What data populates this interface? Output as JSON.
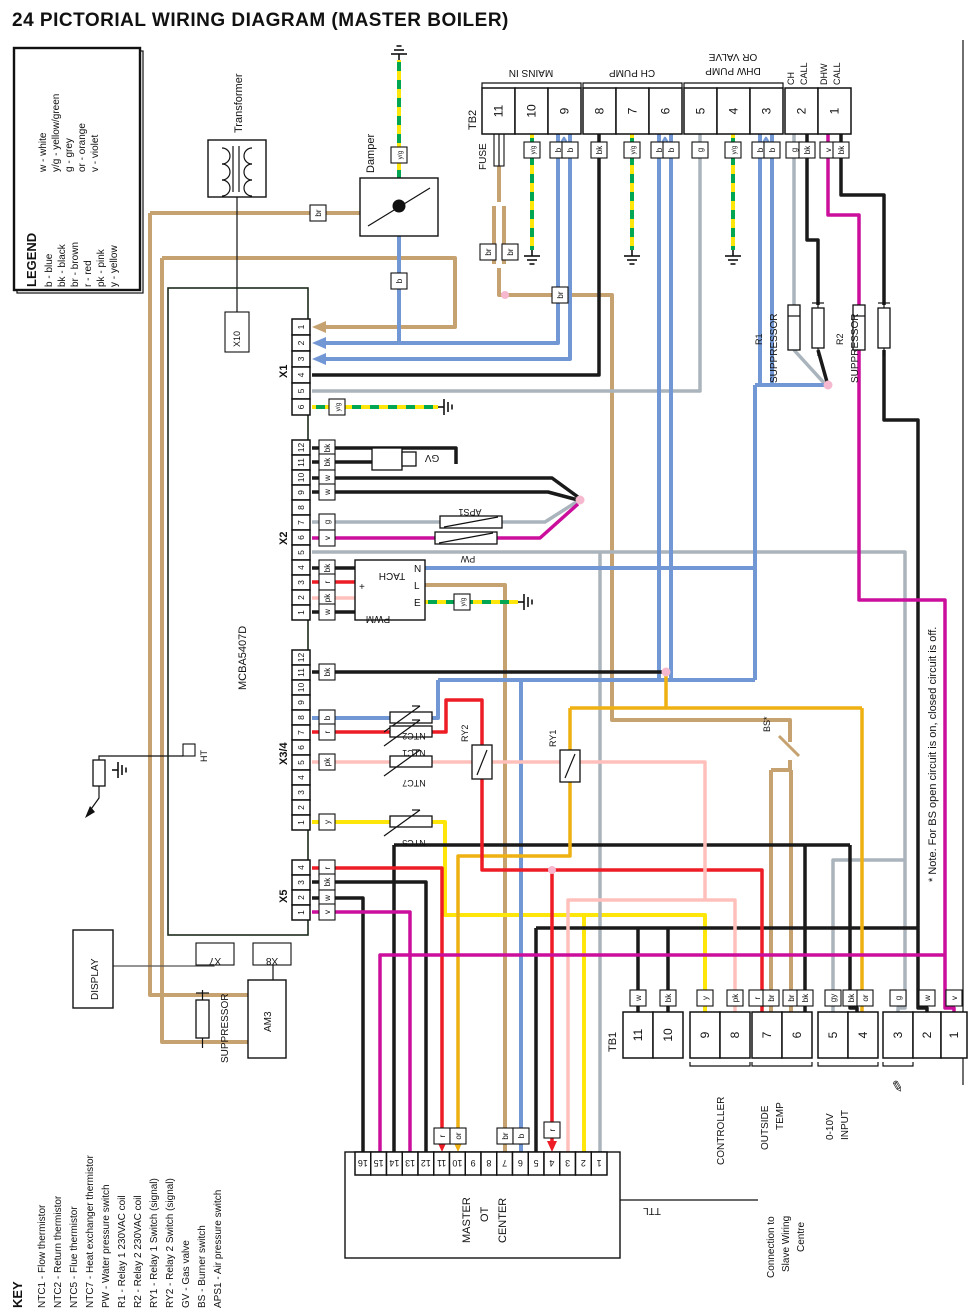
{
  "title": "24  PICTORIAL WIRING DIAGRAM (MASTER BOILER)",
  "colors": {
    "tan": "#c7a271",
    "blue": "#7297d5",
    "yellow": "#ffe60a",
    "green": "#00a651",
    "grey": "#aab4bc",
    "black": "#1a1a1a",
    "red": "#ee1c25",
    "pink": "#ffc0bb",
    "violet": "#cb0f9c",
    "gold": "#eeb111",
    "junction": "#f5b8cf"
  },
  "legend": {
    "heading": "LEGEND",
    "left": [
      "b  -  blue",
      "bk -  black",
      "br -  brown",
      "r   -  red",
      "pk -  pink",
      "y  -  yellow"
    ],
    "right": [
      "w   -  white",
      "y/g -  yellow/green",
      "g    -  grey",
      "or  -  orange",
      "v    -  violet"
    ]
  },
  "key": {
    "heading": "KEY",
    "entries": [
      "NTC1  -  Flow thermistor",
      "NTC2  -  Return thermistor",
      "NTC5  -  Flue thermistor",
      "NTC7  -  Heat exchanger thermistor",
      "PW     -  Water pressure switch",
      "R1      -  Relay 1 230VAC coil",
      "R2      -  Relay 2 230VAC coil",
      "RY1    -  Relay 1 Switch (signal)",
      "RY2    -  Relay 2 Switch (signal)",
      "GV      -  Gas valve",
      "BS      -  Burner switch",
      "APS1  -  Air pressure switch"
    ]
  },
  "note": "* Note. For BS open circuit is on, closed circuit is off.",
  "tb2": {
    "label": "TB2",
    "fuse": "FUSE",
    "terminals": [
      "11",
      "10",
      "9",
      "8",
      "7",
      "6",
      "5",
      "4",
      "3",
      "2",
      "1"
    ],
    "groups": {
      "mains": "MAINS IN",
      "ch_pump": "CH PUMP",
      "dhw_line1": "DHW PUMP",
      "dhw_line2": "OR VALVE",
      "ch": "CH",
      "ch_call": "CALL",
      "dhw": "DHW",
      "dhw_call": "CALL"
    }
  },
  "tb1": {
    "label": "TB1",
    "terminals": [
      "11",
      "10",
      "9",
      "8",
      "7",
      "6",
      "5",
      "4",
      "3",
      "2",
      "1"
    ],
    "groups": {
      "controller": "CONTROLLER",
      "outside": "OUTSIDE",
      "temp": "TEMP",
      "v010": "0-10V",
      "input": "INPUT"
    },
    "pen_icon": "✎"
  },
  "master": {
    "line1": "MASTER",
    "line2": "OT",
    "line3": "CENTER",
    "terminals": [
      "16",
      "15",
      "14",
      "13",
      "12",
      "11",
      "10",
      "9",
      "8",
      "7",
      "6",
      "5",
      "4",
      "3",
      "2",
      "1"
    ],
    "ttl": "TTL",
    "connection": [
      "Connection to",
      "Slave Wiring",
      "Centre"
    ]
  },
  "components": {
    "transformer": "Transformer",
    "damper": "Damper",
    "x10": "X10",
    "mcba": "MCBA5407D",
    "x1": "X1",
    "x2": "X2",
    "x34": "X3/4",
    "x5": "X5",
    "x7": "X7",
    "x8": "X8",
    "display": "DISPLAY",
    "suppressor": "SUPPRESSOR",
    "am3": "AM3",
    "ht": "HT",
    "gv": "GV",
    "aps1": "APS1",
    "pw": "PW",
    "tach": "TACH",
    "pwm": "PWM",
    "plus": "+",
    "n": "N",
    "l": "L",
    "e": "E",
    "ntc1": "NTC1",
    "ntc2": "NTC2",
    "ntc5": "NTC5",
    "ntc7": "NTC7",
    "ry1": "RY1",
    "ry2": "RY2",
    "bs": "BS*",
    "r1": "R1",
    "r2": "R2",
    "r1_suppressor": "SUPPRESSOR",
    "r2_suppressor": "SUPPRESSOR"
  },
  "tags": [
    "y/g",
    "b",
    "b",
    "bk",
    "y/g",
    "b",
    "b",
    "g",
    "y/g",
    "b",
    "b",
    "g",
    "bk",
    "v",
    "bk",
    "y/g",
    "br",
    "b",
    "br",
    "br",
    "br",
    "y/g",
    "bk",
    "bk",
    "w",
    "w",
    "g",
    "v",
    "bk",
    "r",
    "pk",
    "w",
    "y/g",
    "bk",
    "b",
    "r",
    "pk",
    "y",
    "r",
    "bk",
    "w",
    "v",
    "r",
    "or",
    "br",
    "r",
    "w",
    "bk",
    "y",
    "pk",
    "r",
    "br",
    "br",
    "bk",
    "gy",
    "bk",
    "or",
    "g",
    "w",
    "v",
    "b"
  ]
}
